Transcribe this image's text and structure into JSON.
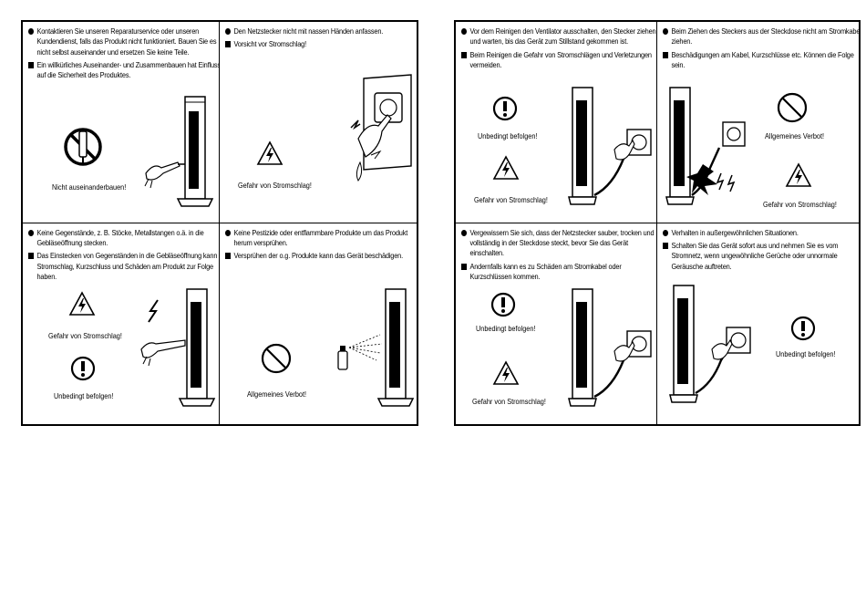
{
  "left_page": {
    "sections": [
      {
        "items": [
          {
            "type": "bullet",
            "text": "Kontaktieren Sie unseren Reparaturservice oder unseren Kundendienst, falls das Produkt nicht funktioniert. Bauen Sie es nicht selbst auseinander und ersetzen Sie keine Teile."
          },
          {
            "type": "square",
            "text": "Ein willkürliches Auseinander- und Zusammenbauen hat Einfluss auf die Sicherheit des Produktes."
          }
        ],
        "captions": [
          "Nicht auseinanderbauen!"
        ]
      },
      {
        "items": [
          {
            "type": "bullet",
            "text": "Den Netzstecker nicht mit nassen Händen anfassen."
          },
          {
            "type": "square",
            "text": "Vorsicht vor Stromschlag!"
          }
        ],
        "captions": [
          "Gefahr von Stromschlag!"
        ]
      },
      {
        "items": [
          {
            "type": "bullet",
            "text": "Keine Gegenstände, z. B. Stöcke, Metallstangen o.ä. in die Gebläseöffnung stecken."
          },
          {
            "type": "square",
            "text": "Das Einstecken von Gegenständen in die Gebläseöffnung kann Stromschlag, Kurzschluss und Schäden am Produkt zur Folge haben."
          }
        ],
        "captions": [
          "Gefahr von Stromschlag!",
          "Unbedingt befolgen!"
        ]
      },
      {
        "items": [
          {
            "type": "bullet",
            "text": "Keine Pestizide oder entflammbare Produkte um das Produkt herum versprühen."
          },
          {
            "type": "square",
            "text": "Versprühen der o.g. Produkte kann das Gerät beschädigen."
          }
        ],
        "captions": [
          "Allgemeines Verbot!"
        ]
      }
    ]
  },
  "right_page": {
    "sections": [
      {
        "items": [
          {
            "type": "bullet",
            "text": "Vor dem Reinigen den Ventilator ausschalten, den Stecker ziehen und warten, bis das Gerät zum Stillstand gekommen ist."
          },
          {
            "type": "square",
            "text": "Beim Reinigen die Gefahr von Stromschlägen und Verletzungen vermeiden."
          }
        ],
        "captions": [
          "Unbedingt befolgen!",
          "Gefahr von Stromschlag!"
        ]
      },
      {
        "items": [
          {
            "type": "bullet",
            "text": "Beim Ziehen des Steckers aus der Steckdose nicht am Stromkabel ziehen."
          },
          {
            "type": "square",
            "text": "Beschädigungen am Kabel, Kurzschlüsse etc. Können die Folge sein."
          }
        ],
        "captions": [
          "Allgemeines Verbot!",
          "Gefahr von Stromschlag!"
        ]
      },
      {
        "items": [
          {
            "type": "bullet",
            "text": "Vergewissern Sie sich, dass der Netzstecker sauber, trocken und vollständig in der Steckdose steckt, bevor Sie das Gerät einschalten."
          },
          {
            "type": "square",
            "text": "Andernfalls kann es zu Schäden am Stromkabel oder Kurzschlüssen kommen."
          }
        ],
        "captions": [
          "Unbedingt befolgen!",
          "Gefahr von Stromschlag!"
        ]
      },
      {
        "items": [
          {
            "type": "bullet",
            "text": "Verhalten in außergewöhnlichen Situationen."
          },
          {
            "type": "square",
            "text": "Schalten Sie das Gerät sofort aus und nehmen Sie es vom Stromnetz, wenn ungewöhnliche Gerüche oder unnormale Geräusche auftreten."
          }
        ],
        "captions": [
          "Unbedingt befolgen!"
        ]
      }
    ]
  }
}
